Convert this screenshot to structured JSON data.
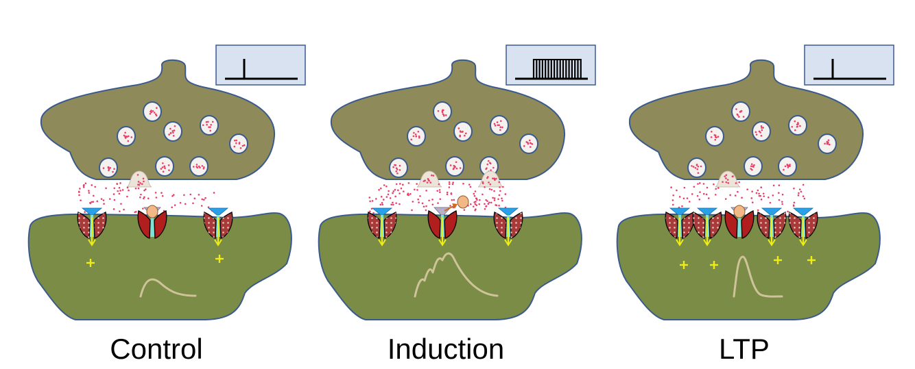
{
  "colors": {
    "presynaptic_fill": "#8f8a5a",
    "postsynaptic_fill": "#7a8c45",
    "membrane_outline": "#3a5a8c",
    "vesicle_fill": "#f4f1ee",
    "neurotransmitter_dot": "#e8406a",
    "ampa_receptor_fill": "#a83a3a",
    "ampa_receptor_pattern_dot": "#e8c8c0",
    "nmda_receptor_fill": "#b01e1e",
    "receptor_cap": "#2aa0e8",
    "channel_pore": "#7fe0d8",
    "ion_arrow": "#f0ec18",
    "plus_sign": "#f0ec18",
    "mg_block": "#f2b887",
    "epsp_trace": "#cfc39a",
    "stimulus_box_fill": "#d9e2f0",
    "stimulus_box_border": "#3a5a8c",
    "stimulus_trace": "#000000"
  },
  "panels": [
    {
      "id": "control",
      "caption": "Control",
      "stimulus": "single",
      "ampa_receptors": 2,
      "nmda_mg_block": "blocked",
      "epsp": "small"
    },
    {
      "id": "induction",
      "caption": "Induction",
      "stimulus": "burst",
      "ampa_receptors": 2,
      "nmda_mg_block": "expelled",
      "epsp": "summating"
    },
    {
      "id": "ltp",
      "caption": "LTP",
      "stimulus": "single",
      "ampa_receptors": 4,
      "nmda_mg_block": "blocked",
      "epsp": "large"
    }
  ]
}
